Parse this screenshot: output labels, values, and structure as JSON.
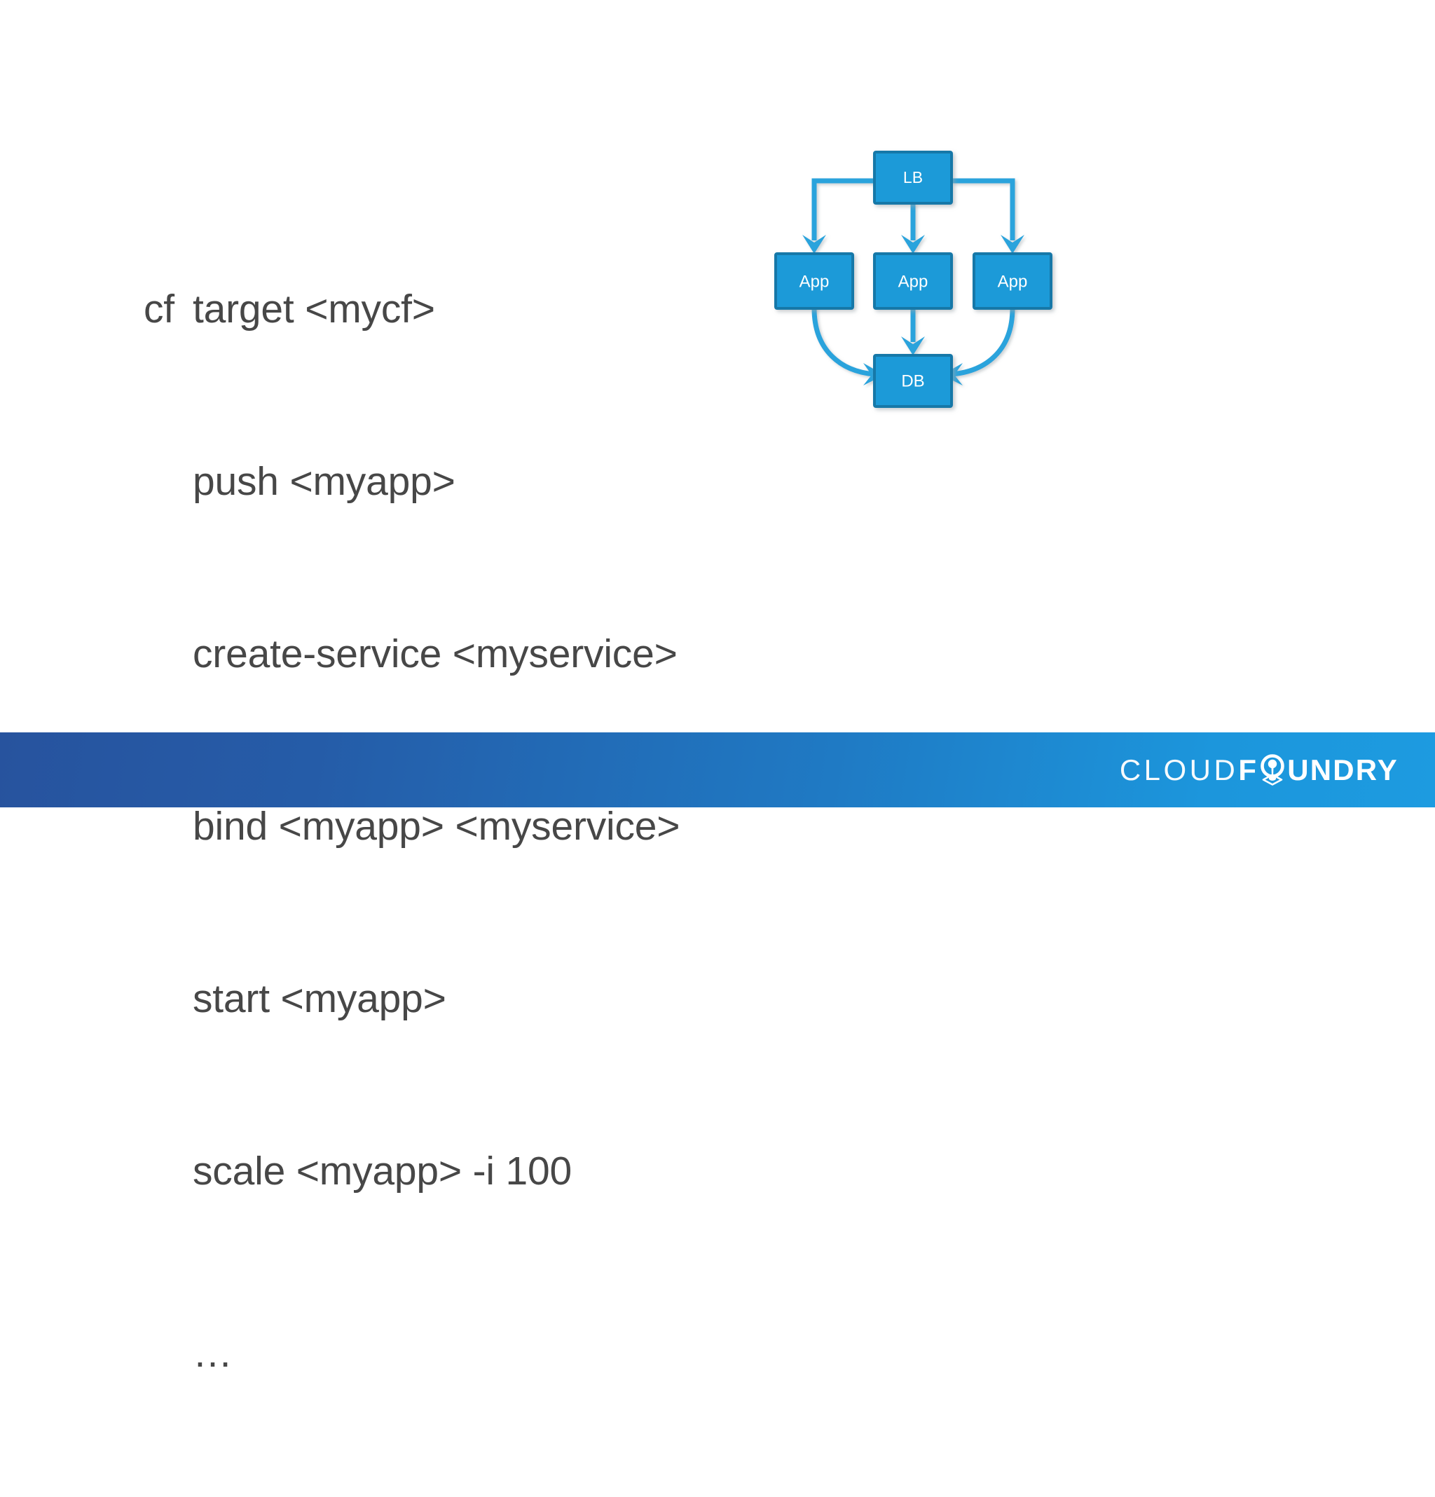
{
  "slide": {
    "background_color": "#ffffff",
    "text_color": "#474747"
  },
  "cli": {
    "prefix": "cf",
    "lines": [
      "target <mycf>",
      "push <myapp>",
      "create-service <myservice>",
      "bind <myapp> <myservice>",
      "start <myapp>",
      "scale <myapp> -i 100"
    ],
    "ellipsis": "…"
  },
  "diagram": {
    "title": "load-balanced app topology",
    "node_fill": "#1C9AD8",
    "node_border": "#1278A8",
    "arrow_color": "#29A3DC",
    "label_color": "#ffffff",
    "nodes": [
      {
        "id": "lb",
        "label": "LB",
        "role": "load-balancer"
      },
      {
        "id": "app1",
        "label": "App",
        "role": "application-instance"
      },
      {
        "id": "app2",
        "label": "App",
        "role": "application-instance"
      },
      {
        "id": "app3",
        "label": "App",
        "role": "application-instance"
      },
      {
        "id": "db",
        "label": "DB",
        "role": "database"
      }
    ],
    "edges": [
      {
        "from": "lb",
        "to": "app1",
        "style": "elbow"
      },
      {
        "from": "lb",
        "to": "app2",
        "style": "straight"
      },
      {
        "from": "lb",
        "to": "app3",
        "style": "elbow"
      },
      {
        "from": "app1",
        "to": "db",
        "style": "curve"
      },
      {
        "from": "app2",
        "to": "db",
        "style": "straight"
      },
      {
        "from": "app3",
        "to": "db",
        "style": "curve"
      }
    ]
  },
  "footer": {
    "gradient_from": "#27539E",
    "gradient_to": "#1D9BE0",
    "logo": {
      "word_light": "CLOUD",
      "word_bold_pre": "F",
      "word_bold_post": "UNDRY",
      "icon_name": "cloud-foundry-pin-icon",
      "color": "#ffffff"
    }
  }
}
